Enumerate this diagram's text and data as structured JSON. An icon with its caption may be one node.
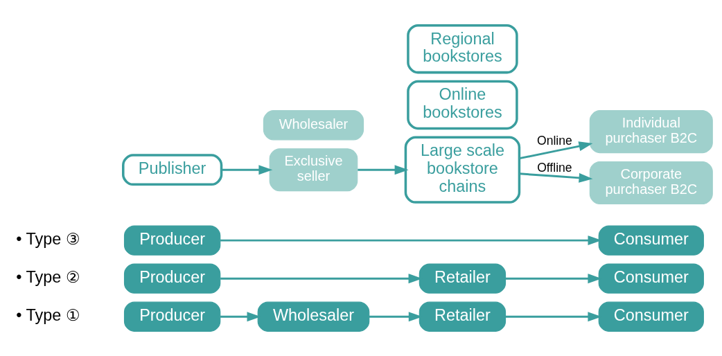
{
  "diagram": {
    "nodes": [
      {
        "text": [
          "Producer"
        ]
      },
      {
        "text": [
          "Wholesaler"
        ]
      },
      {
        "text": [
          "Retailer"
        ]
      },
      {
        "text": [
          "Consumer"
        ]
      },
      {
        "text": [
          "Publisher"
        ]
      },
      {
        "text": [
          "Online bookstores"
        ]
      },
      {
        "text": [
          "Wholesaler"
        ]
      },
      {
        "text": [
          "Exclusive seller"
        ]
      },
      {
        "text": [
          "Large scale bookstore chains"
        ]
      },
      {
        "text": [
          "Individual purchaser B2C"
        ]
      },
      {
        "text": [
          "Corporate purchaser B2C"
        ]
      },
      {
        "text": [
          "Regional bookstores"
        ]
      },
      {
        "text": [
          "Producer"
        ]
      },
      {
        "text": [
          "Retailer"
        ]
      },
      {
        "text": [
          "Consumer"
        ]
      },
      {
        "text": [
          "Producer"
        ]
      },
      {
        "text": [
          "Consumer"
        ]
      }
    ],
    "edges": [
      {
        "from": 0,
        "to": 1,
        "arrow": "to"
      },
      {
        "from": 1,
        "to": 2,
        "arrow": "to"
      },
      {
        "from": 2,
        "to": 3,
        "arrow": "to"
      },
      {
        "from": 4,
        "to": 7,
        "arrow": "to"
      },
      {
        "from": 7,
        "to": 8,
        "arrow": "to"
      },
      {
        "from": 8,
        "to": 9,
        "label": "Online",
        "arrow": "to"
      },
      {
        "from": 8,
        "to": 10,
        "label": "Offline",
        "arrow": "to"
      },
      {
        "from": 12,
        "to": 13,
        "arrow": "to"
      },
      {
        "from": 13,
        "to": 14,
        "arrow": "to"
      },
      {
        "from": 15,
        "to": 16,
        "arrow": "to"
      }
    ],
    "labels": [
      "• Type ①",
      "• Type ②",
      "• Type ③"
    ]
  }
}
